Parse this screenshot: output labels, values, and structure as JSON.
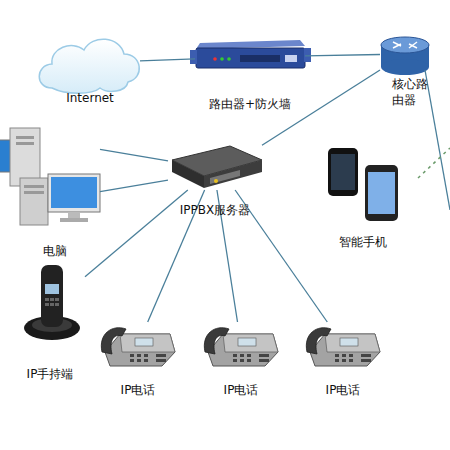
{
  "diagram": {
    "nodes": [
      {
        "text": [
          "Internet"
        ]
      },
      {
        "text": [
          "路由器+防火墙"
        ]
      },
      {
        "text": [
          "核心路由器"
        ]
      },
      {
        "text": [
          "IPPBX服务器"
        ]
      },
      {
        "text": [
          "电脑"
        ]
      },
      {
        "text": [
          "智能手机"
        ]
      },
      {
        "text": [
          "IP手持端"
        ]
      },
      {
        "text": [
          "IP电话"
        ]
      },
      {
        "text": [
          "IP电话"
        ]
      },
      {
        "text": [
          "IP电话"
        ]
      }
    ],
    "edges": [
      {
        "from": 0,
        "to": 1,
        "arrow": "none"
      },
      {
        "from": 1,
        "to": 2,
        "arrow": "none"
      },
      {
        "from": 4,
        "to": 3,
        "arrow": "none"
      },
      {
        "from": 4,
        "to": 3,
        "arrow": "none"
      },
      {
        "from": 3,
        "to": 2,
        "arrow": "none"
      },
      {
        "from": 3,
        "to": 6,
        "arrow": "none"
      },
      {
        "from": 3,
        "to": 7,
        "arrow": "none"
      },
      {
        "from": 3,
        "to": 8,
        "arrow": "none"
      },
      {
        "from": 3,
        "to": 9,
        "arrow": "none"
      }
    ]
  }
}
